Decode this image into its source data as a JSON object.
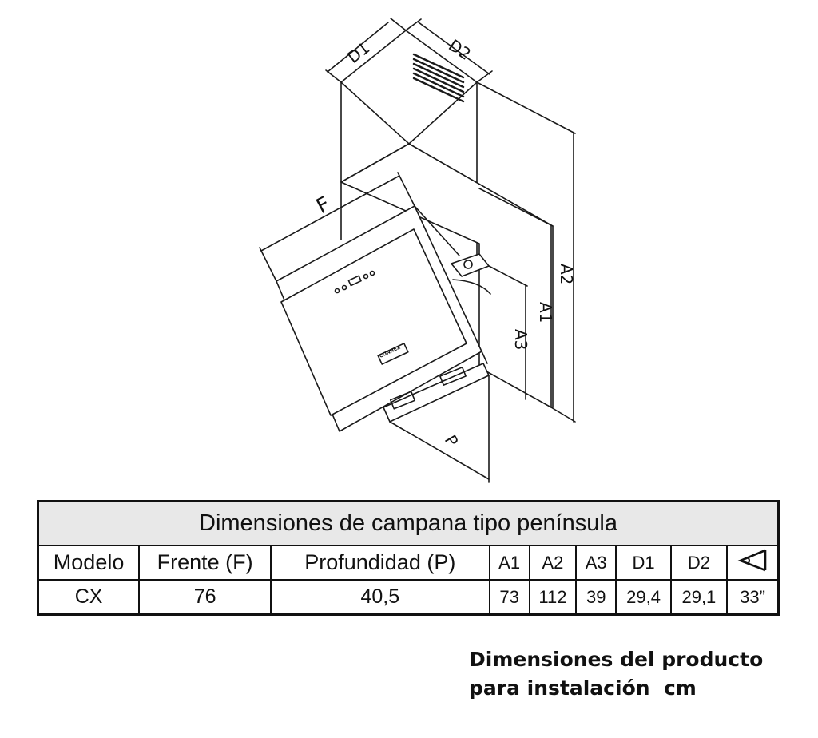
{
  "diagram": {
    "labels": {
      "d1": "D1",
      "d2": "D2",
      "f": "F",
      "a1": "A1",
      "a2": "A2",
      "a3": "A3",
      "p": "P"
    },
    "panel_badge": "CONNEX",
    "line_color": "#1a1a1a"
  },
  "table": {
    "title": "Dimensiones de campana tipo península",
    "headers": [
      "Modelo",
      "Frente (F)",
      "Profundidad (P)",
      "A1",
      "A2",
      "A3",
      "D1",
      "D2"
    ],
    "angle_icon": "angle-icon",
    "rows": [
      [
        "CX",
        "76",
        "40,5",
        "73",
        "112",
        "39",
        "29,4",
        "29,1",
        "33”"
      ]
    ],
    "header_bg": "#e8e8e8"
  },
  "footnote": {
    "line1": "Dimensiones del producto",
    "line2": "para instalación  cm"
  }
}
